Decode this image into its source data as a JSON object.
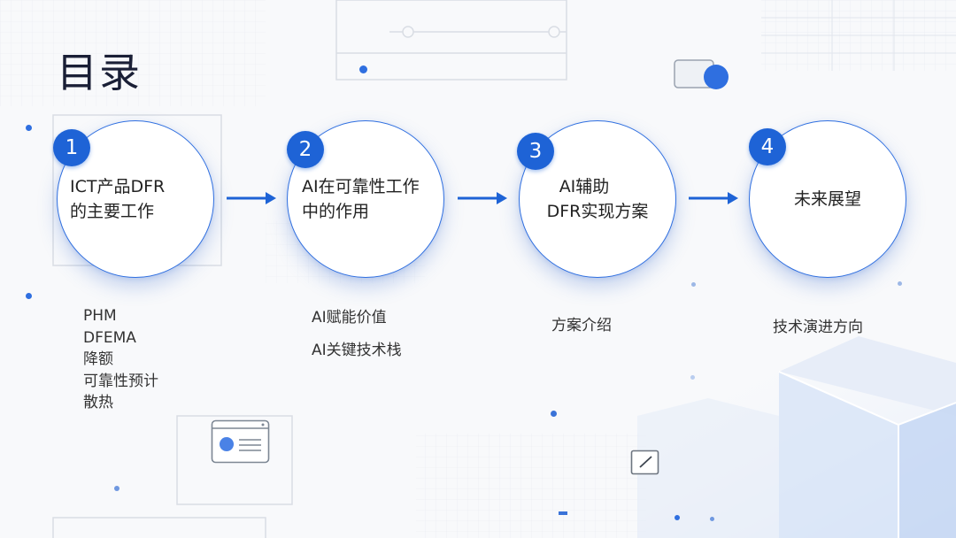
{
  "title": "目录",
  "colors": {
    "accent": "#1e63d6",
    "ring": "#2f6fe0"
  },
  "steps": [
    {
      "number": "1",
      "lines": [
        "ICT产品DFR",
        "的主要工作"
      ],
      "items": [
        "PHM",
        "DFEMA",
        "降额",
        "可靠性预计",
        "散热"
      ]
    },
    {
      "number": "2",
      "lines": [
        "AI在可靠性工作",
        "中的作用"
      ],
      "items": [
        "AI赋能价值",
        "AI关键技术栈"
      ]
    },
    {
      "number": "3",
      "lines": [
        "AI辅助",
        "DFR实现方案"
      ],
      "items": [
        "方案介绍"
      ]
    },
    {
      "number": "4",
      "lines": [
        "未来展望"
      ],
      "items": [
        "技术演进方向"
      ]
    }
  ],
  "icons": [
    "arrow-right-icon",
    "browser-window-icon",
    "toggle-switch-icon",
    "edit-box-icon"
  ]
}
